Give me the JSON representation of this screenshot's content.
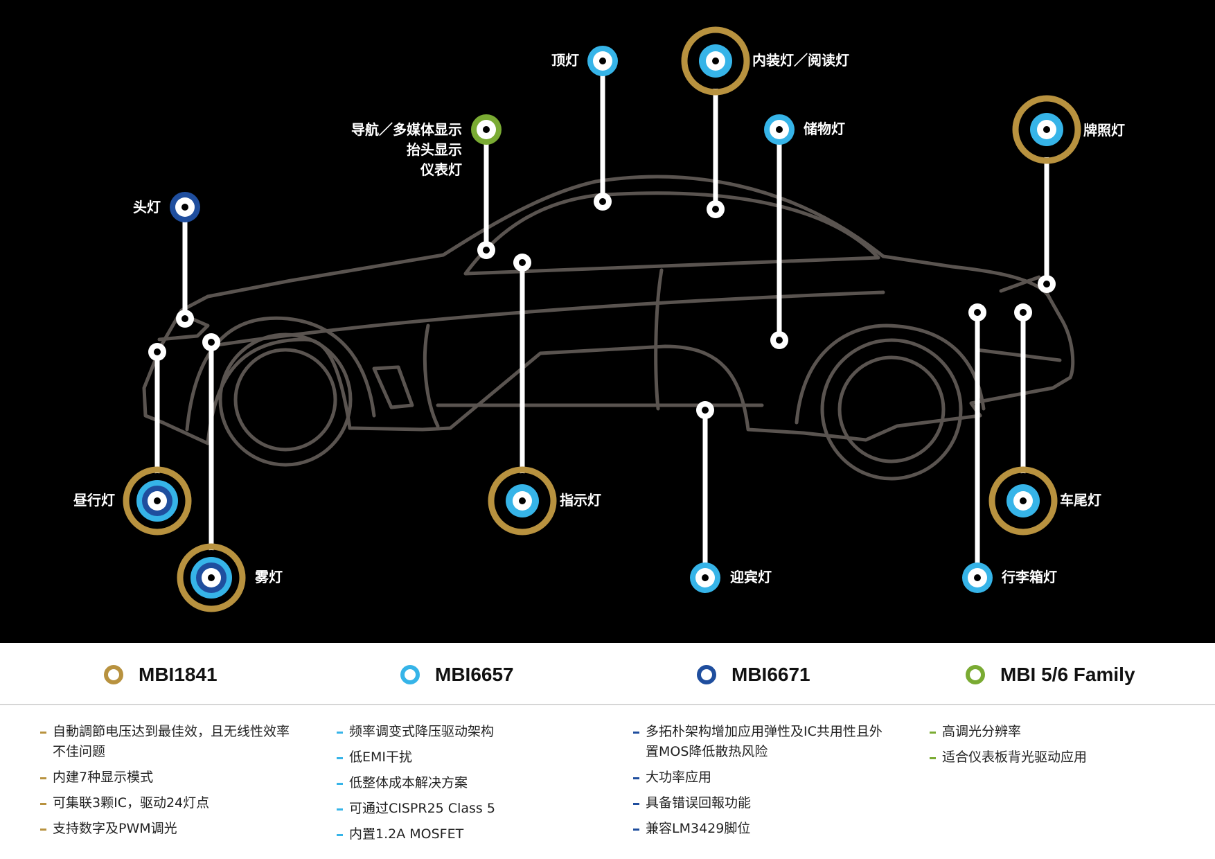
{
  "colors": {
    "background": "#000000",
    "car_outline": "#5a5450",
    "MBI1841": "#b8923f",
    "MBI6657": "#36b4e8",
    "MBI6671": "#1f4e9e",
    "MBI5_6": "#7aab33",
    "connector": "#ffffff"
  },
  "lights": [
    {
      "id": "headlight",
      "label": "头灯",
      "ic": [
        "MBI6671"
      ]
    },
    {
      "id": "daytime-running-light",
      "label": "昼行灯",
      "ic": [
        "MBI1841",
        "MBI6657",
        "MBI6671"
      ]
    },
    {
      "id": "fog-light",
      "label": "雾灯",
      "ic": [
        "MBI1841",
        "MBI6657",
        "MBI6671"
      ]
    },
    {
      "id": "navigation-display",
      "label_lines": [
        "导航／多媒体显示",
        "抬头显示",
        "仪表灯"
      ],
      "ic": [
        "MBI5_6"
      ]
    },
    {
      "id": "indicator-light",
      "label": "指示灯",
      "ic": [
        "MBI1841",
        "MBI6657"
      ]
    },
    {
      "id": "roof-light",
      "label": "顶灯",
      "ic": [
        "MBI6657"
      ]
    },
    {
      "id": "interior-reading-light",
      "label": "内装灯／阅读灯",
      "ic": [
        "MBI1841",
        "MBI6657"
      ]
    },
    {
      "id": "storage-light",
      "label": "储物灯",
      "ic": [
        "MBI6657"
      ]
    },
    {
      "id": "welcome-light",
      "label": "迎宾灯",
      "ic": [
        "MBI6657"
      ]
    },
    {
      "id": "license-plate-light",
      "label": "牌照灯",
      "ic": [
        "MBI1841",
        "MBI6657"
      ]
    },
    {
      "id": "tail-light",
      "label": "车尾灯",
      "ic": [
        "MBI1841",
        "MBI6657"
      ]
    },
    {
      "id": "trunk-light",
      "label": "行李箱灯",
      "ic": [
        "MBI6657"
      ]
    }
  ],
  "legend": [
    {
      "key": "MBI1841",
      "name": "MBI1841"
    },
    {
      "key": "MBI6657",
      "name": "MBI6657"
    },
    {
      "key": "MBI6671",
      "name": "MBI6671"
    },
    {
      "key": "MBI5_6",
      "name": "MBI 5/6 Family"
    }
  ],
  "features": [
    {
      "key": "MBI1841",
      "items": [
        "自動調節电压达到最佳效，且无线性效率不佳问题",
        "内建7种显示模式",
        "可集联3颗IC，驱动24灯点",
        "支持数字及PWM调光"
      ]
    },
    {
      "key": "MBI6657",
      "items": [
        "频率调变式降压驱动架构",
        "低EMI干扰",
        "低整体成本解决方案",
        "可通过CISPR25 Class 5",
        "内置1.2A MOSFET"
      ]
    },
    {
      "key": "MBI6671",
      "items": [
        "多拓朴架构增加应用弹性及IC共用性且外置MOS降低散热风险",
        "大功率应用",
        "具备错误回報功能",
        "兼容LM3429脚位"
      ]
    },
    {
      "key": "MBI5_6",
      "items": [
        "高调光分辨率",
        "适合仪表板背光驱动应用"
      ]
    }
  ]
}
